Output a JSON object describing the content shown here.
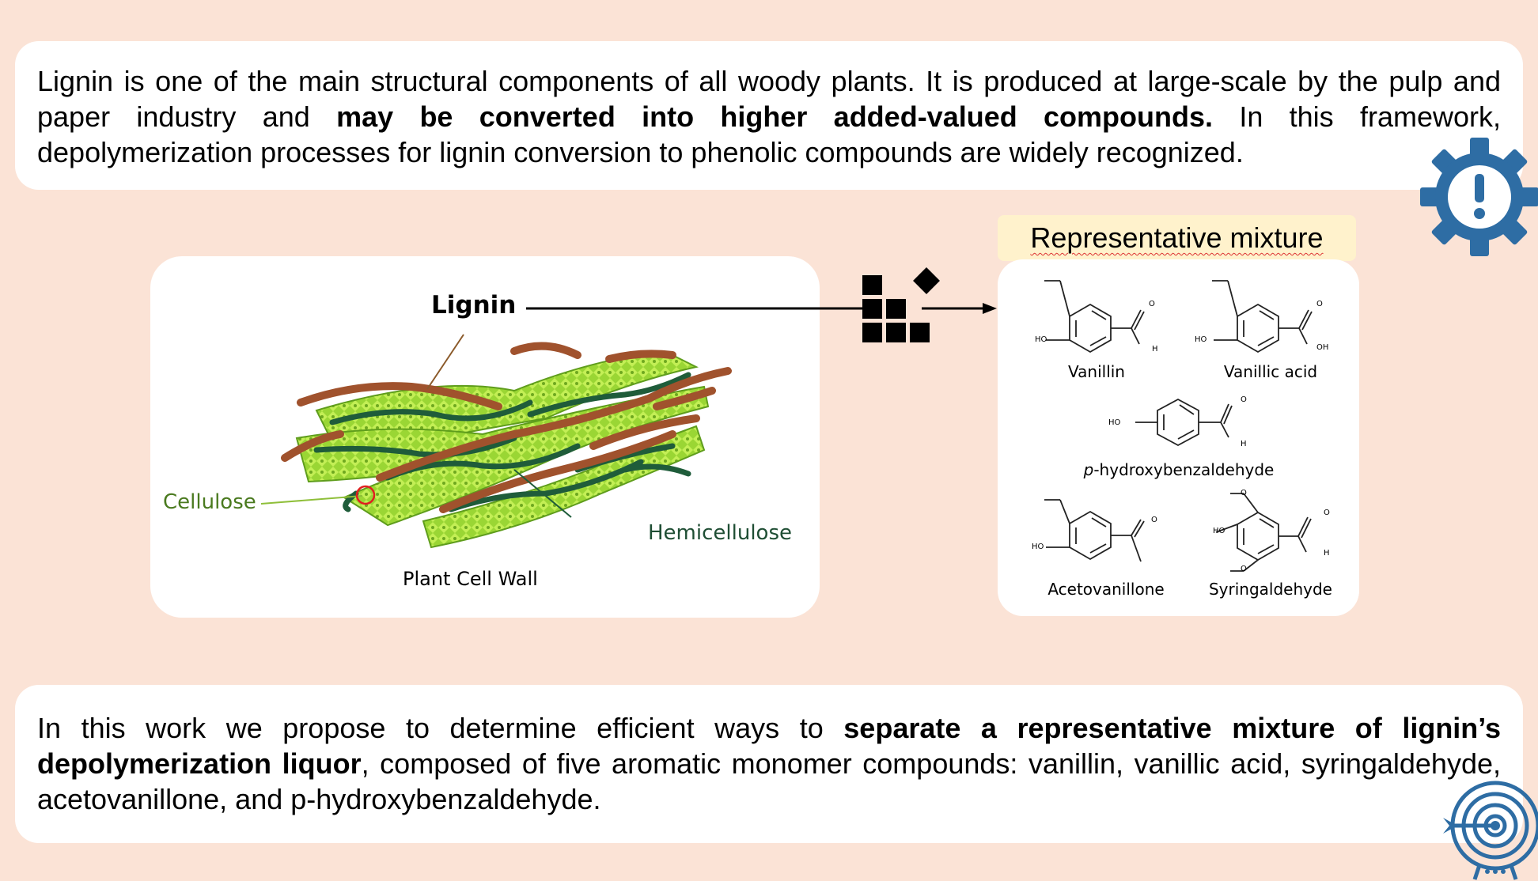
{
  "intro": {
    "text_1": "Lignin is one of the main structural components of all woody plants. It is produced at large-scale by the pulp and paper industry and ",
    "bold_1": "may be converted into higher added-valued compounds.",
    "text_2": " In this framework, depolymerization processes for lignin conversion to phenolic compounds are widely recognized."
  },
  "plant_diagram": {
    "lignin_label": "Lignin",
    "cellulose_label": "Cellulose",
    "hemicellulose_label": "Hemicellulose",
    "caption": "Plant Cell Wall"
  },
  "mixture": {
    "title": "Representative mixture",
    "compounds": [
      {
        "name": "Vanillin"
      },
      {
        "name": "Vanillic acid"
      },
      {
        "name_prefix": "p",
        "name_rest": "-hydroxybenzaldehyde"
      },
      {
        "name": "Acetovanillone"
      },
      {
        "name": "Syringaldehyde"
      }
    ],
    "atom_labels": {
      "ho": "HO",
      "oh": "OH",
      "o": "O",
      "h": "H"
    }
  },
  "goal": {
    "text_1": "In this work we propose to determine efficient ways to ",
    "bold_1": "separate a representative mixture of lignin’s depolymerization liquor",
    "text_2": ", composed of five aromatic monomer compounds: vanillin, vanillic acid, syringaldehyde, acetovanillone, and p-hydroxybenzaldehyde."
  },
  "icons": {
    "problem": "gear-exclamation-icon",
    "target": "target-icon",
    "process": "depolymerization-blocks-icon"
  },
  "colors": {
    "background": "#fbe3d6",
    "card": "#ffffff",
    "title_highlight": "#fff2cc",
    "icon_blue": "#2e6da4",
    "cellulose_green": "#8fd12a",
    "lignin_brown": "#a0522d",
    "hemicellulose_green": "#1f5c3a"
  }
}
